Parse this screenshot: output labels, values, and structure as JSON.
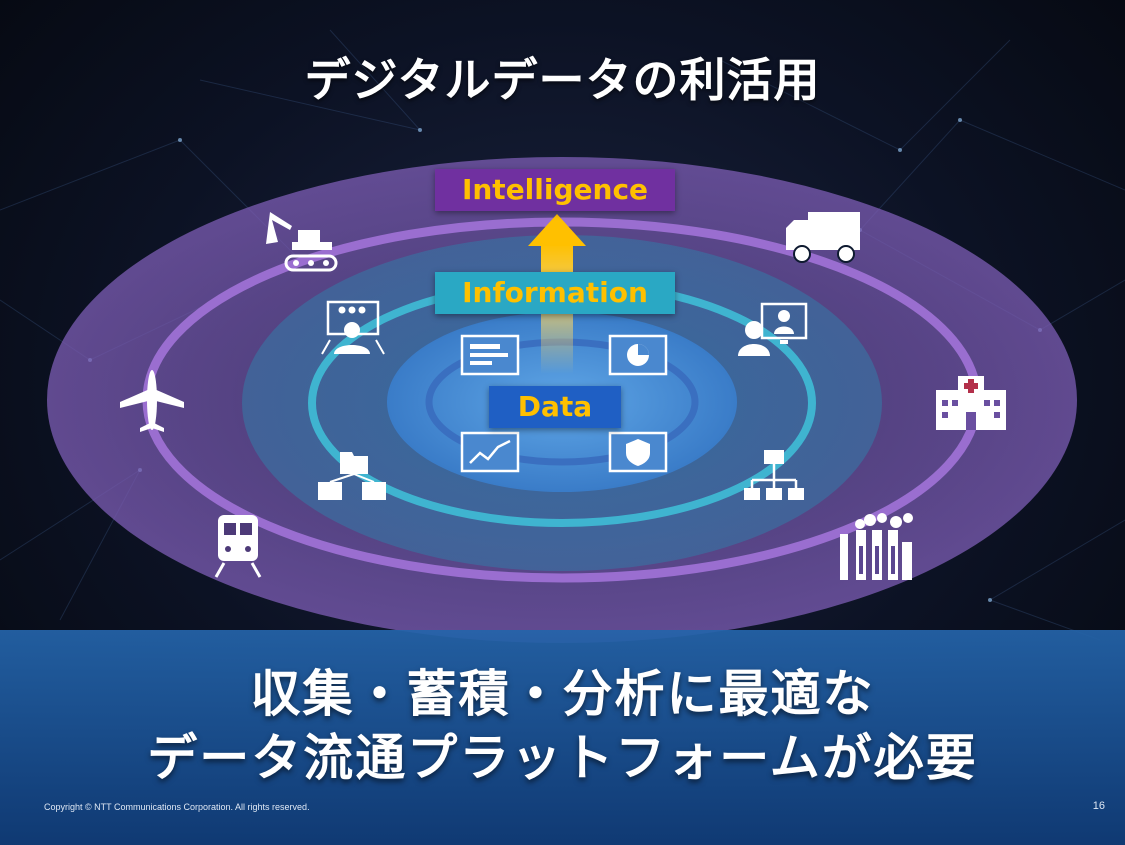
{
  "title": "デジタルデータの利活用",
  "layers": {
    "intelligence": "Intelligence",
    "information": "Information",
    "data": "Data"
  },
  "colors": {
    "intelligence": "#7030a0",
    "information": "#2aa8c4",
    "data": "#1f5fc4",
    "label_text": "#ffc000",
    "band": "#1f5c9e"
  },
  "outer_ring_icons": [
    "excavator-icon",
    "truck-icon",
    "airplane-icon",
    "hospital-icon",
    "train-icon",
    "factory-icon"
  ],
  "middle_ring_icons": [
    "monitoring-operator-icon",
    "video-conference-icon",
    "file-sharing-icon",
    "hierarchy-icon"
  ],
  "inner_icons": [
    "document-icon",
    "pie-chart-icon",
    "line-chart-icon",
    "shield-icon"
  ],
  "message": {
    "line1": "収集・蓄積・分析に最適な",
    "line2": "データ流通プラットフォームが必要"
  },
  "footer": {
    "copyright": "Copyright © NTT Communications Corporation. All rights reserved.",
    "page": "16"
  }
}
